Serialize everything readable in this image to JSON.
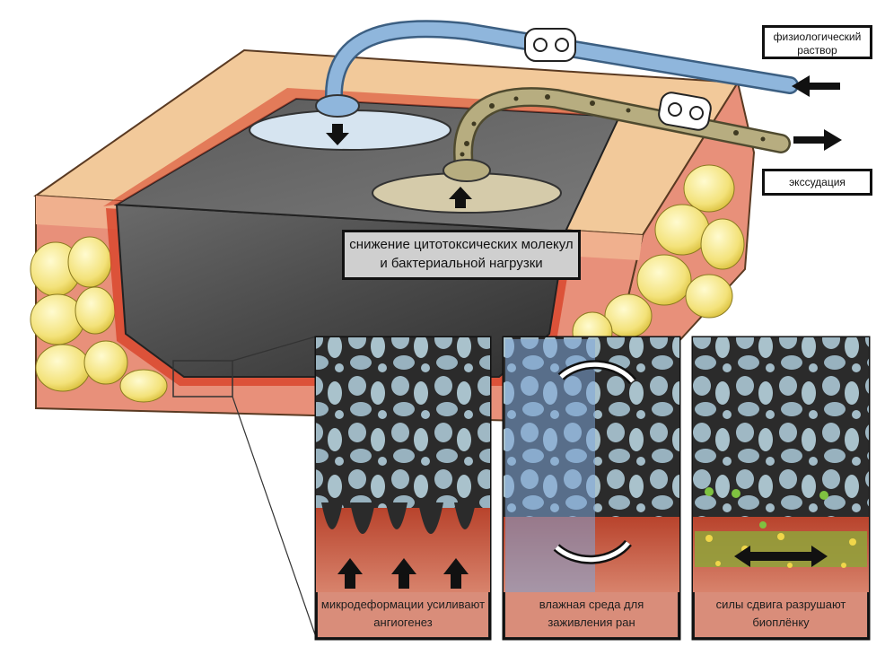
{
  "labels": {
    "saline": "физиологический раствор",
    "exudate": "экссудация",
    "reduction": "снижение цитотоксических молекул и бактериальной нагрузки"
  },
  "panels": [
    {
      "caption": "микродеформации усиливают ангиогенез"
    },
    {
      "caption": "влажная среда для заживления ран"
    },
    {
      "caption": "силы сдвига разрушают биоплёнку"
    }
  ],
  "colors": {
    "skin_top": "#f2c99a",
    "dermis": "#e8907a",
    "fat": "#f3e27a",
    "foam": "#4a4a4a",
    "saline_tube": "#8fb6dc",
    "exudate_tube": "#b7ad80",
    "wound_bed": "#c94a32",
    "caption_bg": "#d98d7a"
  }
}
